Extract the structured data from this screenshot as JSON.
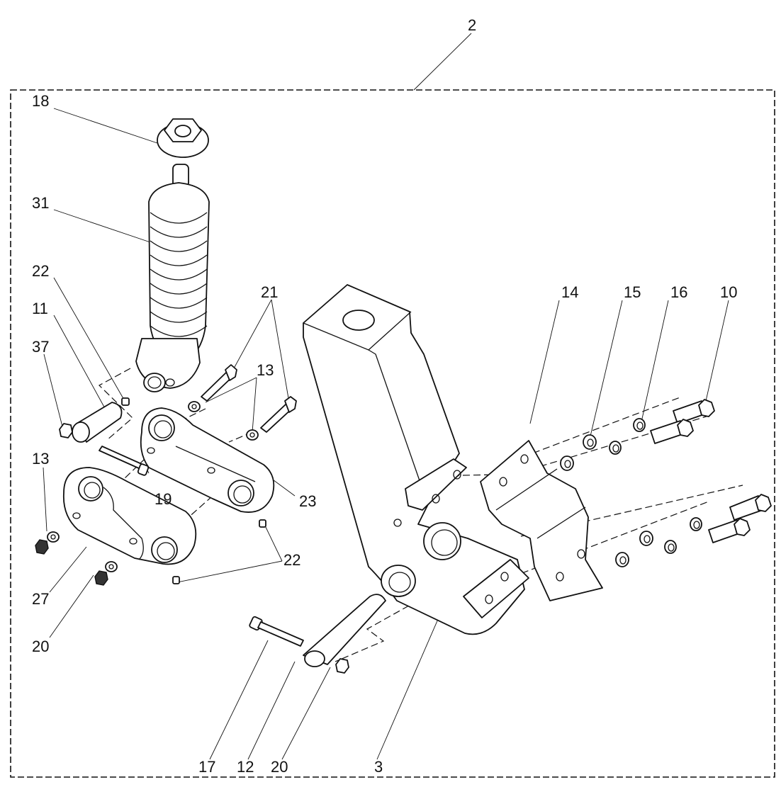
{
  "diagram": {
    "type": "exploded-parts-diagram",
    "assembly_callout": "2",
    "callouts": {
      "c2": "2",
      "c18": "18",
      "c31": "31",
      "c22a": "22",
      "c11": "11",
      "c37": "37",
      "c21": "21",
      "c13a": "13",
      "c13b": "13",
      "c19": "19",
      "c23": "23",
      "c22b": "22",
      "c27": "27",
      "c20a": "20",
      "c14": "14",
      "c15": "15",
      "c16": "16",
      "c10": "10",
      "c17": "17",
      "c12": "12",
      "c20b": "20",
      "c3": "3"
    },
    "parts": [
      {
        "number": "2",
        "name": "assembly"
      },
      {
        "number": "3",
        "name": "bracket-frame"
      },
      {
        "number": "10",
        "name": "hex-bolt"
      },
      {
        "number": "11",
        "name": "pin"
      },
      {
        "number": "12",
        "name": "pin"
      },
      {
        "number": "13",
        "name": "washer"
      },
      {
        "number": "14",
        "name": "mounting-plate"
      },
      {
        "number": "15",
        "name": "flat-washer"
      },
      {
        "number": "16",
        "name": "lock-washer"
      },
      {
        "number": "17",
        "name": "bolt"
      },
      {
        "number": "18",
        "name": "flange-nut"
      },
      {
        "number": "19",
        "name": "bolt"
      },
      {
        "number": "20",
        "name": "lock-nut"
      },
      {
        "number": "21",
        "name": "hex-bolt"
      },
      {
        "number": "22",
        "name": "grease-fitting"
      },
      {
        "number": "23",
        "name": "link-arm"
      },
      {
        "number": "27",
        "name": "link-arm"
      },
      {
        "number": "31",
        "name": "coil-spring-shock"
      },
      {
        "number": "37",
        "name": "nut"
      }
    ]
  }
}
